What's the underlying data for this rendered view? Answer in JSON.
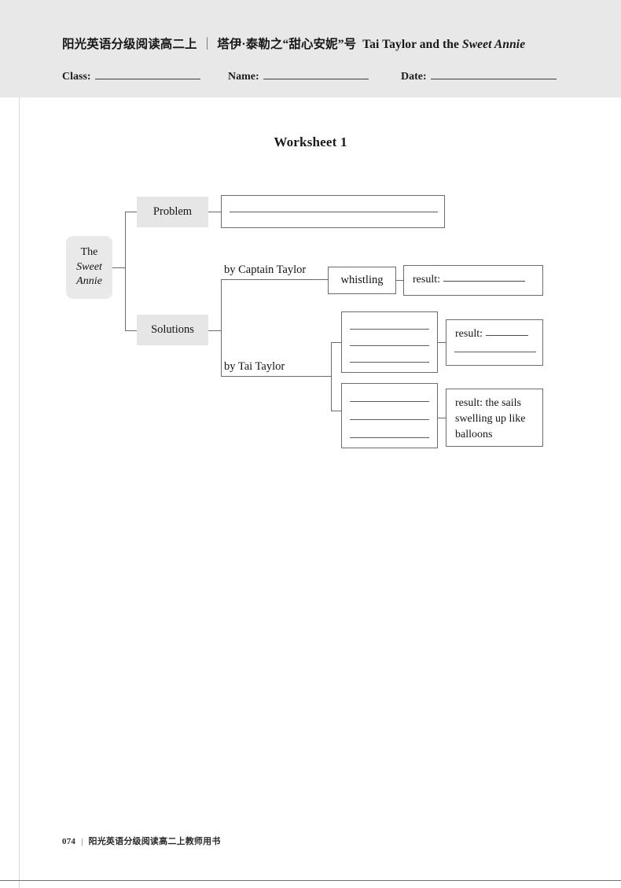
{
  "header": {
    "title_cn": "阳光英语分级阅读高二上",
    "separator": "｜",
    "title_cn2": "塔伊·泰勒之“甜心安妮”号",
    "title_en": "Tai Taylor and the",
    "title_en_italic": "Sweet Annie",
    "fields": [
      {
        "label": "Class:",
        "value": ""
      },
      {
        "label": "Name:",
        "value": ""
      },
      {
        "label": "Date:",
        "value": ""
      }
    ]
  },
  "worksheet": {
    "title": "Worksheet 1"
  },
  "diagram": {
    "root": {
      "line1": "The",
      "line2": "Sweet",
      "line3": "Annie"
    },
    "branches": [
      {
        "label": "Problem"
      },
      {
        "label": "Solutions"
      }
    ],
    "solution_captions": [
      {
        "label": "by Captain Taylor"
      },
      {
        "label": "by Tai Taylor"
      }
    ],
    "problem_box": {
      "text": "",
      "blank_lines": 1
    },
    "whistling_box": {
      "text": "whistling"
    },
    "result_box_1": {
      "label": "result:",
      "text": ""
    },
    "detail_box_1": {
      "text": "",
      "blank_lines": 3
    },
    "result_box_2": {
      "label": "result:",
      "text": ""
    },
    "detail_box_2": {
      "text": "",
      "blank_lines": 3
    },
    "result_box_3": {
      "text": "result: the sails swelling up like balloons"
    }
  },
  "footer": {
    "page_number": "074",
    "separator": "|",
    "book_title": "阳光英语分级阅读高二上教师用书"
  }
}
